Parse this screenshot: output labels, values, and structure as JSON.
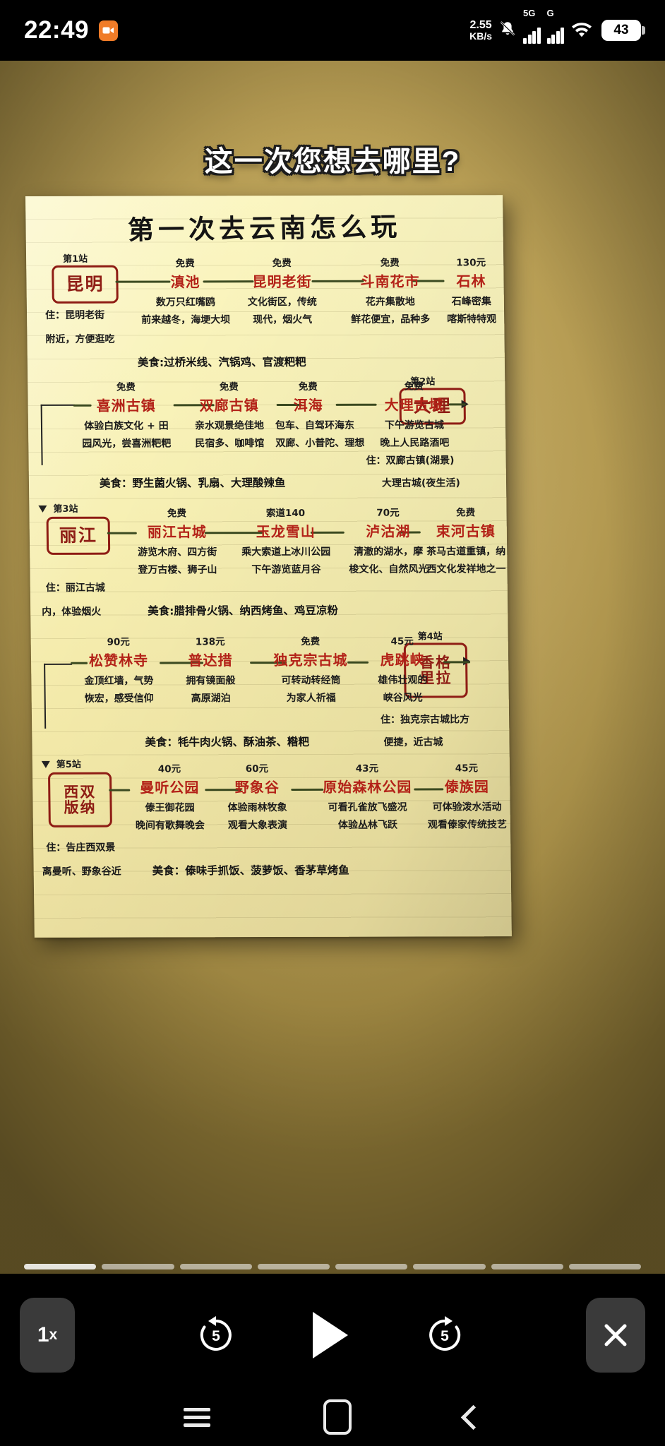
{
  "status_bar": {
    "time": "22:49",
    "app_icon": "screen-recorder-icon",
    "net_speed_value": "2.55",
    "net_speed_unit": "KB/s",
    "mute_icon": "bell-muted-icon",
    "sim1_label": "5G",
    "sim2_label": "G",
    "wifi_icon": "wifi-icon",
    "battery_level": "43"
  },
  "overlay": {
    "title": "这一次您想去哪里?"
  },
  "note": {
    "title": "第一次去云南怎么玩",
    "stations": [
      {
        "tag": "第1站",
        "name": "昆明",
        "name_lines": [
          "昆明"
        ],
        "stay": [
          "住：昆明老街",
          "附近，方便逛吃"
        ],
        "food": "美食:过桥米线、汽锅鸡、官渡粑粑",
        "spots": [
          {
            "price": "免费",
            "name": "滇池",
            "d1": "数万只红嘴鸥",
            "d2": "前来越冬，海埂大坝"
          },
          {
            "price": "免费",
            "name": "昆明老街",
            "d1": "文化街区，传统",
            "d2": "现代，烟火气"
          },
          {
            "price": "免费",
            "name": "斗南花市",
            "d1": "花卉集散地",
            "d2": "鲜花便宜，品种多"
          },
          {
            "price": "130元",
            "name": "石林",
            "d1": "石峰密集",
            "d2": "喀斯特特观"
          }
        ]
      },
      {
        "tag": "第2站",
        "name": "大理",
        "name_lines": [
          "大理"
        ],
        "stay": [
          "住：双廊古镇(湖景)",
          "大理古城(夜生活)"
        ],
        "food": "美食：野生菌火锅、乳扇、大理酸辣鱼",
        "spots": [
          {
            "price": "免费",
            "name": "喜洲古镇",
            "d1": "体验白族文化 + 田",
            "d2": "园风光，尝喜洲粑粑"
          },
          {
            "price": "免费",
            "name": "双廊古镇",
            "d1": "亲水观景绝佳地",
            "d2": "民宿多、咖啡馆"
          },
          {
            "price": "免费",
            "name": "洱海",
            "d1": "包车、自驾环海东",
            "d2": "双廊、小普陀、理想"
          },
          {
            "price": "免费",
            "name": "大理古城",
            "d1": "下午游览古城",
            "d2": "晚上人民路酒吧"
          }
        ]
      },
      {
        "tag": "第3站",
        "name": "丽江",
        "name_lines": [
          "丽江"
        ],
        "stay": [
          "住：丽江古城",
          "内，体验烟火"
        ],
        "food": "美食:腊排骨火锅、纳西烤鱼、鸡豆凉粉",
        "spots": [
          {
            "price": "免费",
            "name": "丽江古城",
            "d1": "游览木府、四方街",
            "d2": "登万古楼、狮子山"
          },
          {
            "price": "索道140",
            "name": "玉龙雪山",
            "d1": "乘大索道上冰川公园",
            "d2": "下午游览蓝月谷"
          },
          {
            "price": "70元",
            "name": "泸沽湖",
            "d1": "清澈的湖水，摩",
            "d2": "梭文化、自然风光"
          },
          {
            "price": "免费",
            "name": "束河古镇",
            "d1": "茶马古道重镇，纳",
            "d2": "西文化发祥地之一"
          }
        ]
      },
      {
        "tag": "第4站",
        "name": "香格里拉",
        "name_lines": [
          "香格",
          "里拉"
        ],
        "stay": [
          "住：独克宗古城比方",
          "便捷，近古城"
        ],
        "food": "美食：牦牛肉火锅、酥油茶、糌粑",
        "spots": [
          {
            "price": "90元",
            "name": "松赞林寺",
            "d1": "金顶红墙，气势",
            "d2": "恢宏，感受信仰"
          },
          {
            "price": "138元",
            "name": "普达措",
            "d1": "拥有镜面般",
            "d2": "高原湖泊"
          },
          {
            "price": "免费",
            "name": "独克宗古城",
            "d1": "可转动转经筒",
            "d2": "为家人祈福"
          },
          {
            "price": "45元",
            "name": "虎跳峡",
            "d1": "雄伟壮观的",
            "d2": "峡谷风光"
          }
        ]
      },
      {
        "tag": "第5站",
        "name": "西双版纳",
        "name_lines": [
          "西双",
          "版纳"
        ],
        "stay": [
          "住：告庄西双景",
          "离曼听、野象谷近"
        ],
        "food": "美食：傣味手抓饭、菠萝饭、香茅草烤鱼",
        "spots": [
          {
            "price": "40元",
            "name": "曼听公园",
            "d1": "傣王御花园",
            "d2": "晚间有歌舞晚会"
          },
          {
            "price": "60元",
            "name": "野象谷",
            "d1": "体验雨林牧象",
            "d2": "观看大象表演"
          },
          {
            "price": "43元",
            "name": "原始森林公园",
            "d1": "可看孔雀放飞盛况",
            "d2": "体验丛林飞跃"
          },
          {
            "price": "45元",
            "name": "傣族园",
            "d1": "可体验泼水活动",
            "d2": "观看傣家传统技艺"
          }
        ]
      }
    ]
  },
  "progress": {
    "segments": 8,
    "active_index": 0
  },
  "player": {
    "speed_label": "1",
    "speed_suffix": "x",
    "rewind_seconds": "5",
    "forward_seconds": "5",
    "play_icon": "play-icon",
    "close_icon": "close-icon"
  },
  "navbar": {
    "recent_icon": "recent-apps-icon",
    "home_icon": "home-icon",
    "back_icon": "back-icon"
  },
  "colors": {
    "accent_red": "#b32218",
    "box_red": "#8e1c14",
    "connector": "#3b4a20",
    "paper": "#f7f0b4",
    "backdrop": "#b59b52",
    "app_icon": "#f07c28"
  }
}
